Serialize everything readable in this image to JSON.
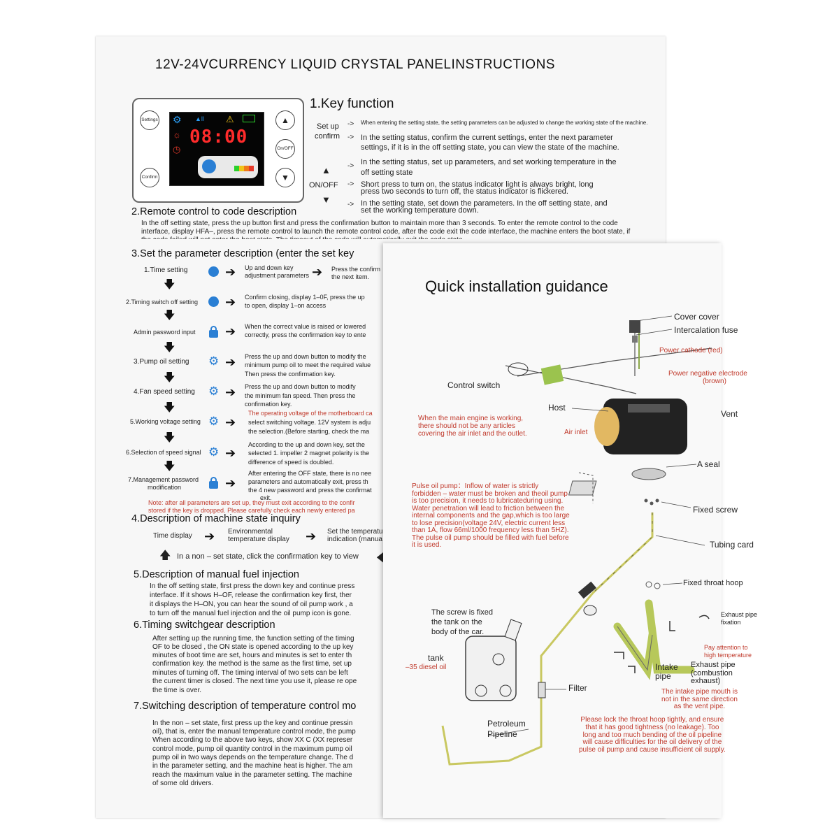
{
  "sheet1": {
    "title": "12V-24VCURRENCY LIQUID CRYSTAL PANELINSTRUCTIONS",
    "panel": {
      "settings": "Settings",
      "confirm": "Confirm",
      "onoff": "On/OFF",
      "time": "08:00"
    },
    "s1": {
      "heading": "1.Key function",
      "setup": "Set up",
      "confirm": "confirm",
      "onoff": "ON/OFF",
      "line0": "When entering the setting state, the setting parameters can be adjusted to change the working state of the machine.",
      "line1a": "In the setting status, confirm the current settings, enter the next parameter",
      "line1b": "settings, if it is in the off setting state, you can view the state of the machine.",
      "line2a": "In the setting status, set up parameters, and set working temperature in the",
      "line2b": "off setting state",
      "line3a": "Short press to turn on, the status indicator light is always bright, long",
      "line3b": "press two seconds to turn off, the status indicator is flickered.",
      "line4a": "In the setting  state, set down the parameters. In the off setting state, and",
      "line4b": "set the  working temperature down."
    },
    "s2": {
      "heading": "2.Remote control to code description",
      "body": "In the off setting state, press the up button first and press the confirmation button to maintain more than 3 seconds. To enter the remote control to the code interface, display HFA–, press the remote control to launch the remote control code, after the code exit the code interface, the machine enters the boot state, if the code failed will not enter the boot state. The timeout of the code will automatically exit the code state."
    },
    "s3": {
      "heading": "3.Set the parameter description (enter the set key",
      "items": [
        {
          "label": "1.Time setting",
          "desc1": "Up and down key",
          "desc2": "adjustment parameters",
          "res1": "Press the confirm",
          "res2": "the next item."
        },
        {
          "label": "2.Timing switch off setting",
          "desc1": "Confirm closing, display 1–0F, press the up",
          "desc2": "to open, display 1–on access"
        },
        {
          "label": "Admin password input",
          "desc1": "When the correct value is raised or lowered",
          "desc2": "correctly, press the confirmation key to ente"
        },
        {
          "label": "3.Pump oil setting",
          "desc1": "Press the up and down button to modify the",
          "desc2": "minimum pump oil to meet the required value",
          "desc3": "Then press the confirmation key."
        },
        {
          "label": "4.Fan speed setting",
          "desc1": "Press the up and down button to modify",
          "desc2": "the minimum fan speed. Then press the",
          "desc3": "confirmation key."
        },
        {
          "label": "5.Working voltage setting",
          "desc0": "The operating voltage of the motherboard ca",
          "desc1": "select switching voltage. 12V system is adju",
          "desc2": "the selection.(Before starting, check the ma"
        },
        {
          "label": "6.Selection of speed signal",
          "desc1": "According to the up and down key, set the",
          "desc2": "selected 1. impeller 2 magnet polarity is the",
          "desc3": "difference of speed is doubled."
        },
        {
          "label": "7.Management password",
          "label2": "modification",
          "desc1": "After entering the OFF state, there is no nee",
          "desc2": "parameters and automatically exit, press  th",
          "desc3": "the 4 new password and press the confirmat",
          "desc4": "exit."
        }
      ],
      "note1": "Note: after all parameters are set up, they must exit according to the confir",
      "note2": "stored if the key is dropped. Please carefully check each newly entered pa"
    },
    "s4": {
      "heading": "4.Description of machine state inquiry",
      "a": "Time display",
      "b1": "Environmental",
      "b2": "temperature display",
      "c1": "Set the temperatu",
      "c2": "indication (manua",
      "note": "In a non – set state, click the confirmation key to view"
    },
    "s5": {
      "heading": "5.Description of manual fuel injection",
      "l1": "In the off setting state, first press the down key and continue press",
      "l2": "interface. If it shows H–OF, release the confirmation key first, ther",
      "l3": "it displays the H–ON, you can hear the sound of oil pump work , a",
      "l4": "to turn off the manual fuel injection and the oil pump icon is gone."
    },
    "s6": {
      "heading": "6.Timing switchgear description",
      "l1": "After setting up the running time, the function setting of the timing",
      "l2": "OF to be closed , the ON state is opened according to the up key",
      "l3": "minutes of boot time are set, hours and minutes  is set to enter th",
      "l4": "confirmation  key. the method is the same as the first time, set up",
      "l5": "minutes of turning off.  The timing interval of two sets  can be left",
      "l6": "the current timer is closed. The next time you use it, please re ope",
      "l7": "the time is over."
    },
    "s7": {
      "heading": "7.Switching description of temperature control mo",
      "l1": "In the non – set state, first press up the key and continue pressin",
      "l2": "oil), that is, enter the manual temperature control mode, the pump",
      "l3": "When according to the above  two keys, show XX C (XX represer",
      "l4": "control mode, pump oil quantity control in the maximum pump oil",
      "l5": "pump oil in two ways depends on the temperature change. The d",
      "l6": "in the parameter setting, and the machine heat is higher. The am",
      "l7": "reach the maximum value in the parameter setting. The machine",
      "l8": "of some old drivers."
    }
  },
  "sheet2": {
    "title": "Quick installation guidance",
    "labels": {
      "cover": "Cover cover",
      "fuse": "Intercalation fuse",
      "power_pos": "Power cathode (red)",
      "power_neg1": "Power negative electrode",
      "power_neg2": "(brown)",
      "control": "Control switch",
      "host": "Host",
      "vent": "Vent",
      "air": "Air inlet",
      "seal": "A seal",
      "fixed_screw": "Fixed screw",
      "tubing": "Tubing card",
      "throat": "Fixed throat hoop",
      "exh_fix1": "Exhaust pipe",
      "exh_fix2": "fixation",
      "pay1": "Pay attention to",
      "pay2": "high temperature",
      "intake1": "Intake",
      "intake2": "pipe",
      "exhaust1": "Exhaust pipe",
      "exhaust2": "(combustion",
      "exhaust3": "exhaust)",
      "screw1": "The screw is fixed",
      "screw2": "the tank on the",
      "screw3": "body of the car.",
      "tank": "tank",
      "diesel": "–35 diesel oil",
      "filter": "Filter",
      "petrol1": "Petroleum",
      "petrol2": "Pipeline"
    },
    "warn_engine": [
      "When the main engine is working,",
      "there should not be any articles",
      "covering the air inlet and the outlet."
    ],
    "pump_note": [
      "Pulse oil pump：Inflow of water is strictly",
      "forbidden – water must be broken and theoil pump",
      " is too precision, it needs to lubricateduring using.",
      "Water penetration will lead to friction between the",
      "internal components and the gap,which is too large",
      "to lose precision(voltage 24V, electric current less",
      "than 1A, flow 66ml/1000 frequency less than 5HZ).",
      "The pulse oil pump should be filled with fuel before",
      "it is used."
    ],
    "intake_note": [
      "The intake pipe mouth is",
      "not in the same direction",
      "as the vent pipe."
    ],
    "lock_note": [
      "Please lock the throat hoop tightly, and ensure",
      "that it has good tightness (no leakage). Too",
      "long and too much bending of the oil pipeline",
      "will cause difficulties for the oil delivery of the",
      "pulse oil pump and cause insufficient oil supply."
    ]
  }
}
